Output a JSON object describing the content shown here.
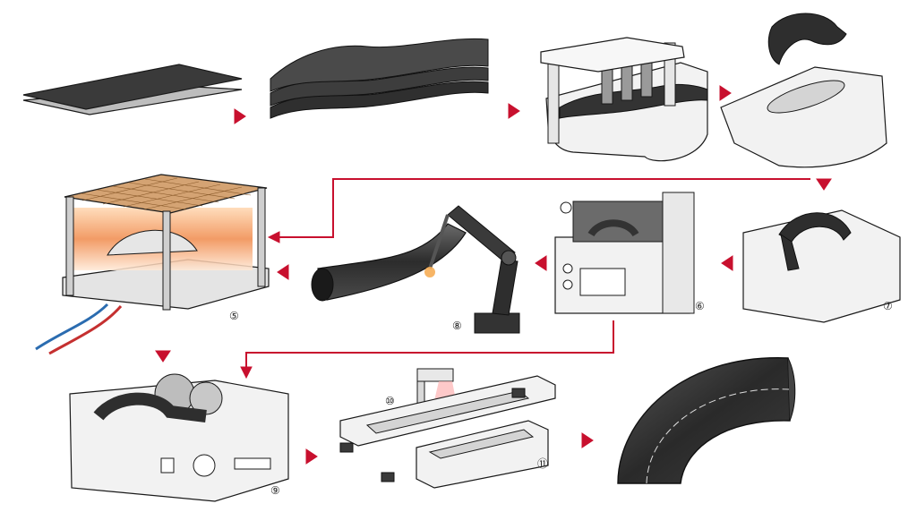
{
  "diagram": {
    "labels": {
      "step5": "⑤",
      "step6": "⑥",
      "step7": "⑦",
      "step8": "⑧",
      "step9": "⑨",
      "step10": "⑩",
      "step11": "⑪"
    },
    "colors": {
      "arrow": "#c8102e",
      "outline": "#1a1a1a",
      "sheet": "#3a3a3a",
      "machine": "#f2f2f2",
      "shadow": "#d9d9d9",
      "heat": "#f4a261",
      "mesh": "#b07030"
    }
  }
}
